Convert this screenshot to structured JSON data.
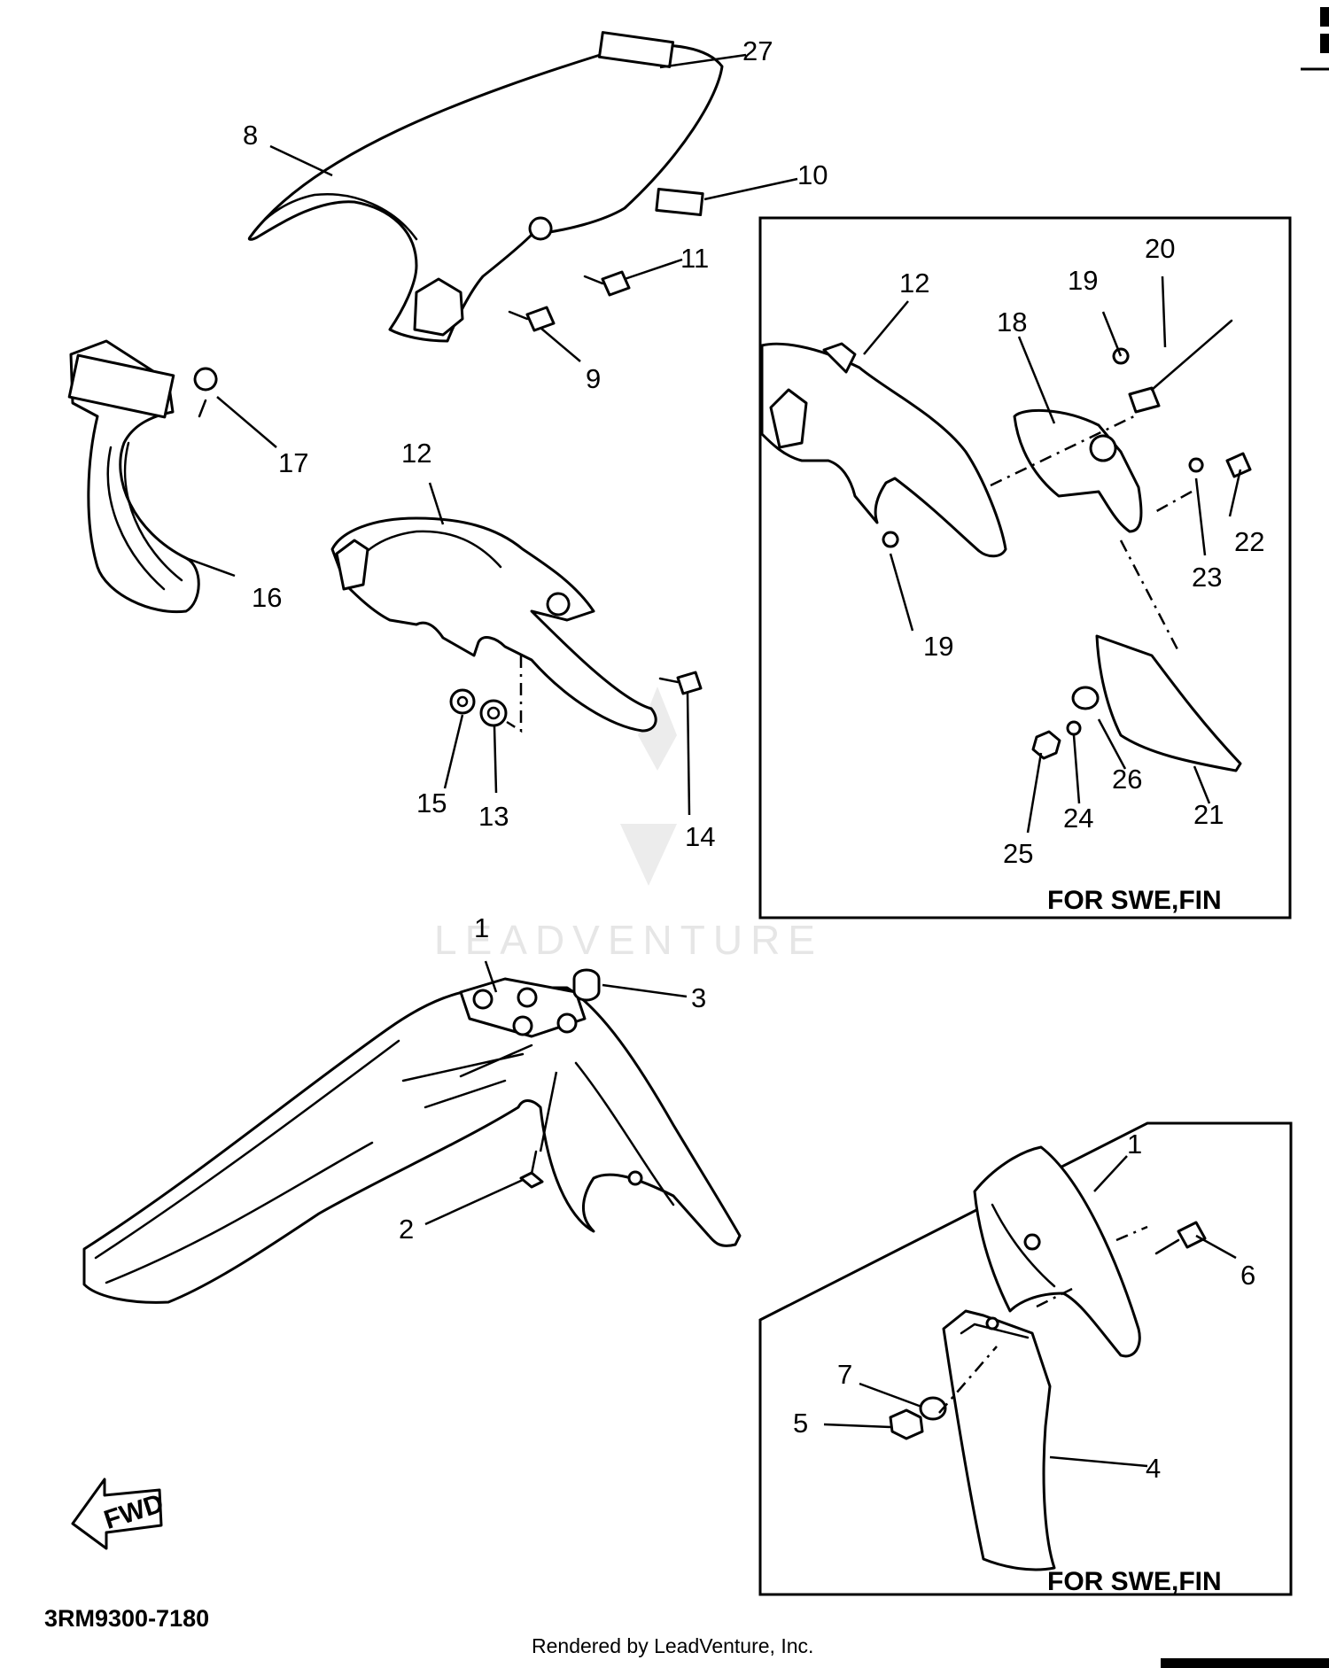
{
  "diagram": {
    "drawing_code": "3RM9300-7180",
    "direction_label": "FWD",
    "inset_note_top": "FOR SWE,FIN",
    "inset_note_bottom": "FOR SWE,FIN",
    "watermark": "LEADVENTURE",
    "footer": "Rendered by LeadVenture, Inc.",
    "callouts": {
      "c1a": "1",
      "c1b": "1",
      "c2": "2",
      "c3": "3",
      "c4": "4",
      "c5": "5",
      "c6": "6",
      "c7": "7",
      "c8": "8",
      "c9": "9",
      "c10": "10",
      "c11": "11",
      "c12a": "12",
      "c12b": "12",
      "c13": "13",
      "c14": "14",
      "c15": "15",
      "c16": "16",
      "c17": "17",
      "c18": "18",
      "c19a": "19",
      "c19b": "19",
      "c20": "20",
      "c21": "21",
      "c22": "22",
      "c23": "23",
      "c24": "24",
      "c25": "25",
      "c26": "26",
      "c27": "27"
    }
  }
}
